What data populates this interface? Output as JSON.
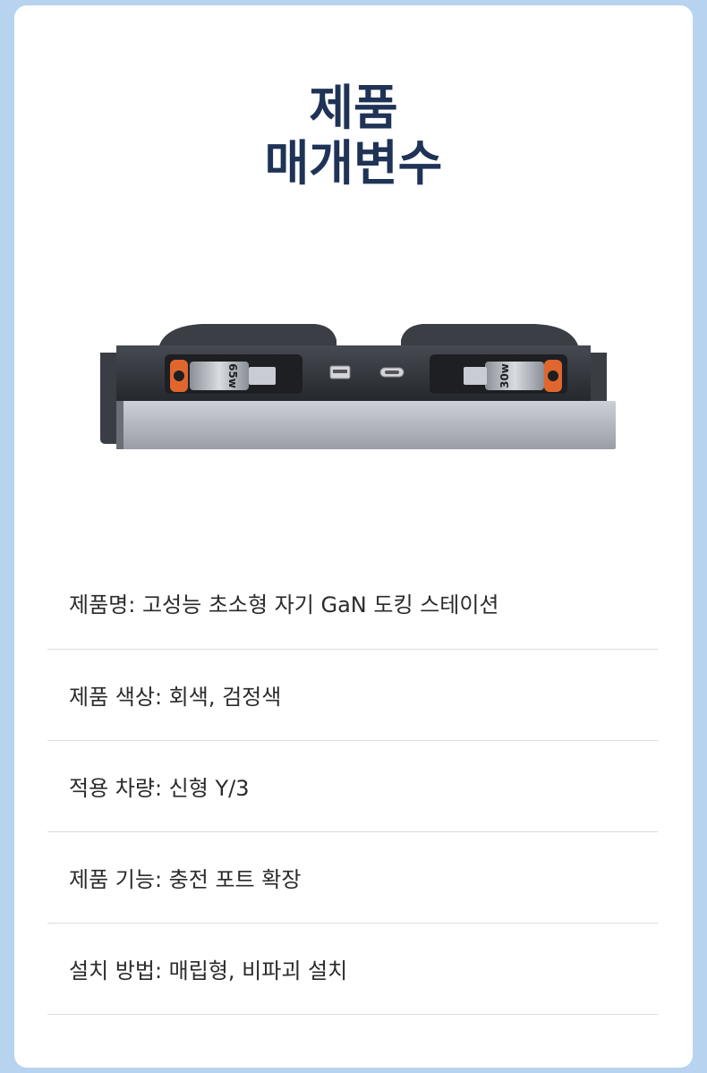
{
  "title": {
    "line1": "제품",
    "line2": "매개변수"
  },
  "product_image": {
    "left_cable_label": "65w",
    "right_cable_label": "30w",
    "colors": {
      "body": "#2f3237",
      "silver": "#b9bcc4",
      "accent": "#e0662e"
    }
  },
  "specs": [
    {
      "text": "제품명: 고성능 초소형 자기 GaN 도킹 스테이션"
    },
    {
      "text": "제품 색상: 회색, 검정색"
    },
    {
      "text": "적용 차량: 신형 Y/3"
    },
    {
      "text": "제품 기능: 충전 포트 확장"
    },
    {
      "text": "설치 방법: 매립형, 비파괴 설치"
    }
  ]
}
